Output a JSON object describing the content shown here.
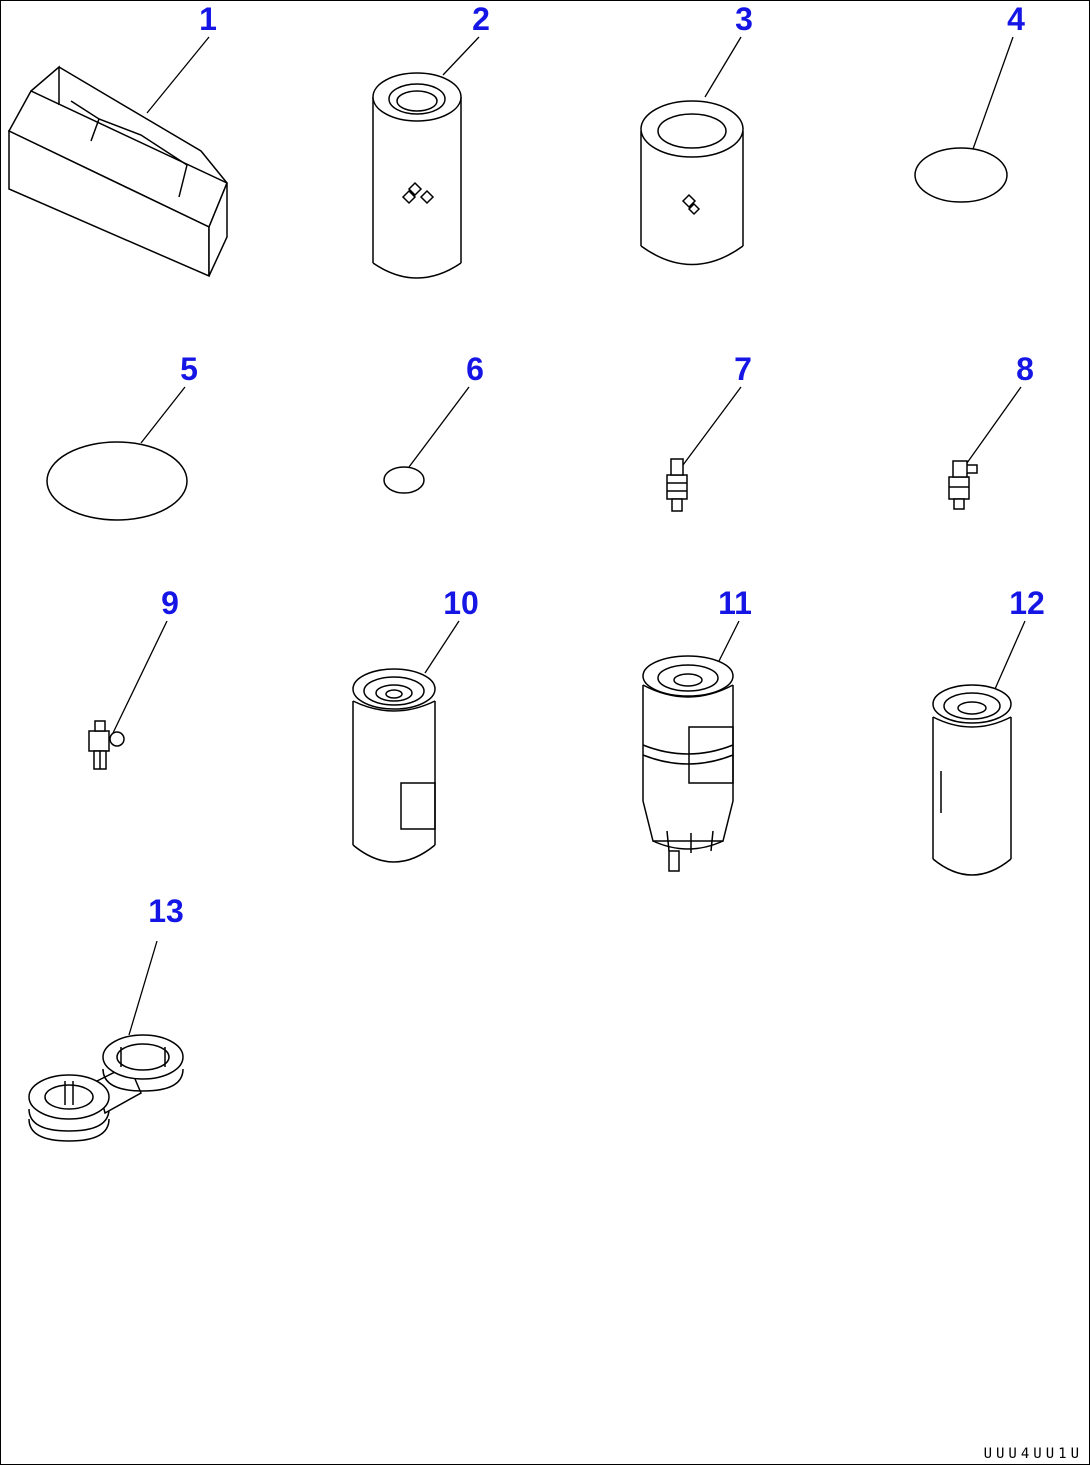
{
  "callouts": [
    {
      "number": "1"
    },
    {
      "number": "2"
    },
    {
      "number": "3"
    },
    {
      "number": "4"
    },
    {
      "number": "5"
    },
    {
      "number": "6"
    },
    {
      "number": "7"
    },
    {
      "number": "8"
    },
    {
      "number": "9"
    },
    {
      "number": "10"
    },
    {
      "number": "11"
    },
    {
      "number": "12"
    },
    {
      "number": "13"
    }
  ],
  "parts": [
    {
      "icon": "box-icon"
    },
    {
      "icon": "filter-element-tall-icon"
    },
    {
      "icon": "filter-element-short-icon"
    },
    {
      "icon": "o-ring-small-icon"
    },
    {
      "icon": "o-ring-large-icon"
    },
    {
      "icon": "o-ring-tiny-icon"
    },
    {
      "icon": "sensor-plug-icon"
    },
    {
      "icon": "sensor-plug-icon"
    },
    {
      "icon": "sensor-plug-icon"
    },
    {
      "icon": "spin-on-filter-icon"
    },
    {
      "icon": "fuel-filter-separator-icon"
    },
    {
      "icon": "spin-on-filter-icon"
    },
    {
      "icon": "filter-wrench-icon"
    }
  ],
  "drawing_code": "UUU4UU1U",
  "colors": {
    "callout": "#1515e6",
    "line": "#000000",
    "background": "#ffffff"
  }
}
